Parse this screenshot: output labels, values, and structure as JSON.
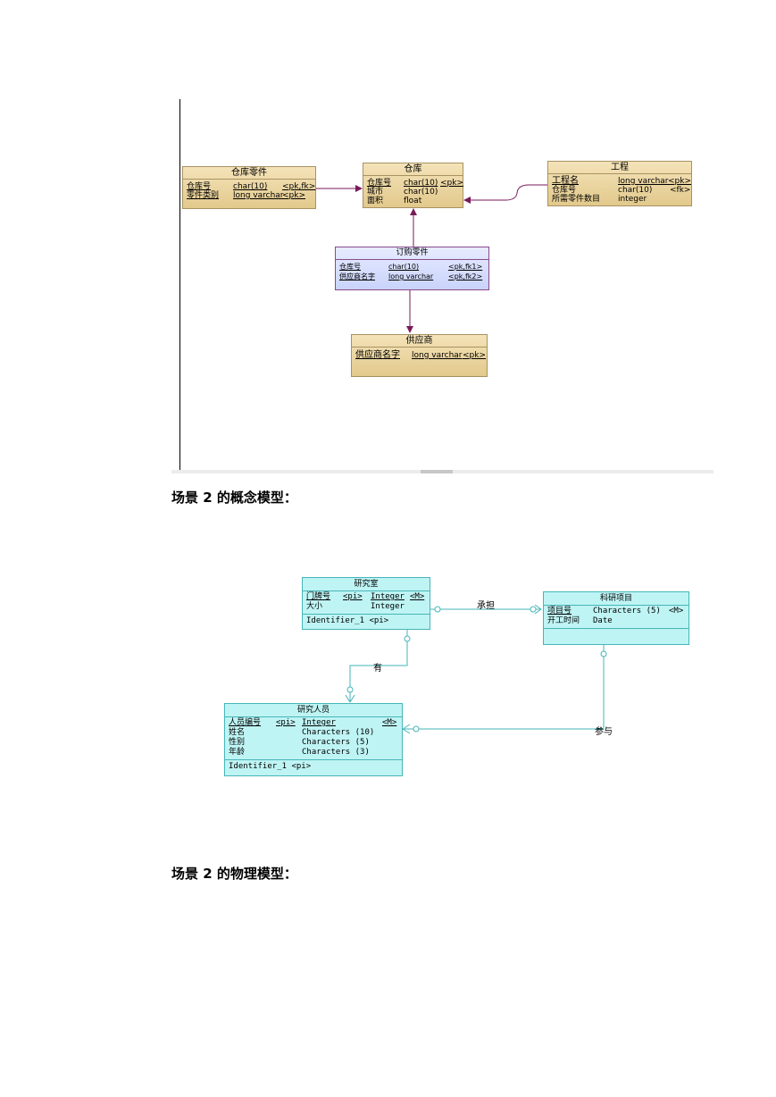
{
  "physical": {
    "warehouse_parts": {
      "title": "仓库零件",
      "rows": [
        {
          "name": "仓库号",
          "type": "char(10)",
          "key": "<pk,fk>"
        },
        {
          "name": "零件类别",
          "type": "long varchar",
          "key": "<pk>"
        }
      ]
    },
    "warehouse": {
      "title": "仓库",
      "rows": [
        {
          "name": "仓库号",
          "type": "char(10)",
          "key": "<pk>"
        },
        {
          "name": "城市",
          "type": "char(10)",
          "key": ""
        },
        {
          "name": "面积",
          "type": "float",
          "key": ""
        }
      ]
    },
    "project": {
      "title": "工程",
      "rows": [
        {
          "name": "工程名",
          "type": "long varchar",
          "key": "<pk>"
        },
        {
          "name": "仓库号",
          "type": "char(10)",
          "key": "<fk>"
        },
        {
          "name": "所需零件数目",
          "type": "integer",
          "key": ""
        }
      ]
    },
    "order_parts": {
      "title": "订购零件",
      "rows": [
        {
          "name": "仓库号",
          "type": "char(10)",
          "key": "<pk,fk1>"
        },
        {
          "name": "供应商名字",
          "type": "long varchar",
          "key": "<pk,fk2>"
        }
      ]
    },
    "supplier": {
      "title": "供应商",
      "rows": [
        {
          "name": "供应商名字",
          "type": "long varchar",
          "key": "<pk>"
        }
      ]
    }
  },
  "headings": {
    "conceptual": "场景 2 的概念模型：",
    "physical": "场景 2  的物理模型："
  },
  "conceptual": {
    "lab": {
      "title": "研究室",
      "rows": [
        {
          "name": "门牌号",
          "pi": "<pi>",
          "type": "Integer",
          "m": "<M>"
        },
        {
          "name": "大小",
          "pi": "",
          "type": "Integer",
          "m": ""
        }
      ],
      "identifier": "Identifier_1  <pi>"
    },
    "research_project": {
      "title": "科研项目",
      "rows": [
        {
          "name": "项目号",
          "type": "Characters (5)",
          "m": "<M>"
        },
        {
          "name": "开工时间",
          "type": "Date",
          "m": ""
        }
      ]
    },
    "researcher": {
      "title": "研究人员",
      "rows": [
        {
          "name": "人员编号",
          "pi": "<pi>",
          "type": "Integer",
          "m": "<M>"
        },
        {
          "name": "姓名",
          "pi": "",
          "type": "Characters (10)",
          "m": ""
        },
        {
          "name": "性别",
          "pi": "",
          "type": "Characters (5)",
          "m": ""
        },
        {
          "name": "年龄",
          "pi": "",
          "type": "Characters (3)",
          "m": ""
        }
      ],
      "identifier": "Identifier_1  <pi>"
    },
    "relations": {
      "undertake": "承担",
      "has": "有",
      "participate": "参与"
    }
  }
}
